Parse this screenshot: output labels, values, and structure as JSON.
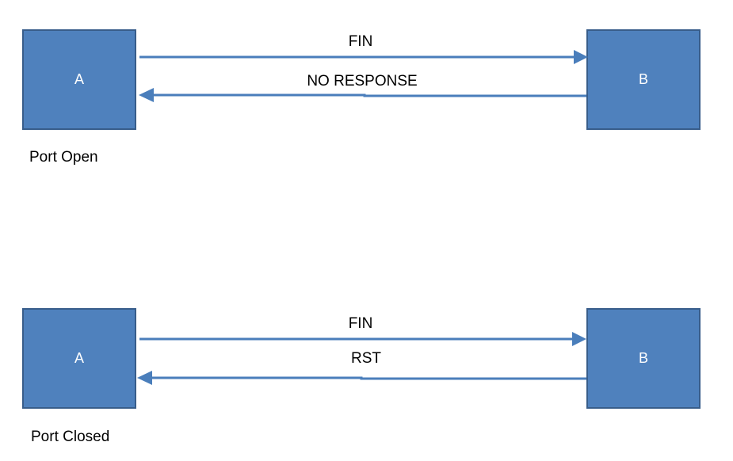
{
  "colors": {
    "node_fill": "#4f81bd",
    "node_border": "#385d8a",
    "arrow": "#4a7ebb",
    "node_text": "#ffffff",
    "label_text": "#000000"
  },
  "scenarios": [
    {
      "caption": "Port Open",
      "sender": "A",
      "receiver": "B",
      "request_label": "FIN",
      "response_label": "NO RESPONSE"
    },
    {
      "caption": "Port Closed",
      "sender": "A",
      "receiver": "B",
      "request_label": "FIN",
      "response_label": "RST"
    }
  ]
}
